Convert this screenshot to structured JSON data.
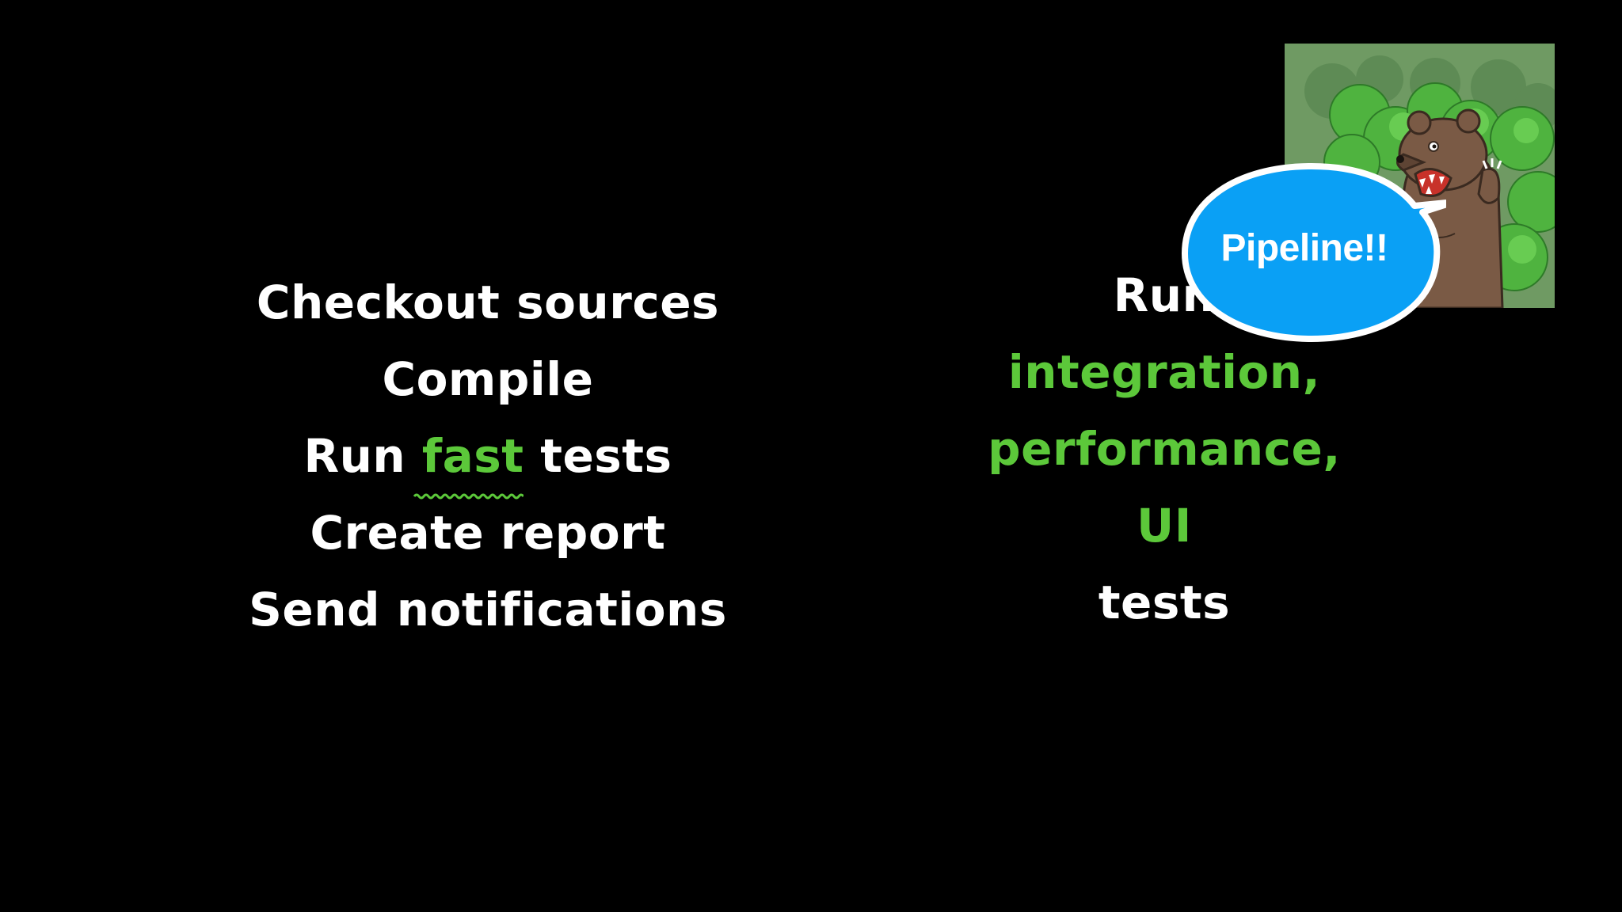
{
  "left_list": {
    "line1": "Checkout sources",
    "line2": "Compile",
    "line3_prefix": "Run",
    "line3_highlight": "fast",
    "line3_suffix": "tests",
    "line4": "Create report",
    "line5": "Send notifications"
  },
  "right_list": {
    "line1": "Run",
    "line2": "integration,",
    "line3": "performance,",
    "line4": "UI",
    "line5": "tests"
  },
  "meme": {
    "speech": "Pipeline!!"
  },
  "colors": {
    "background": "#000000",
    "text": "#ffffff",
    "highlight": "#5cc83a",
    "bubble": "#0aa0f5"
  }
}
